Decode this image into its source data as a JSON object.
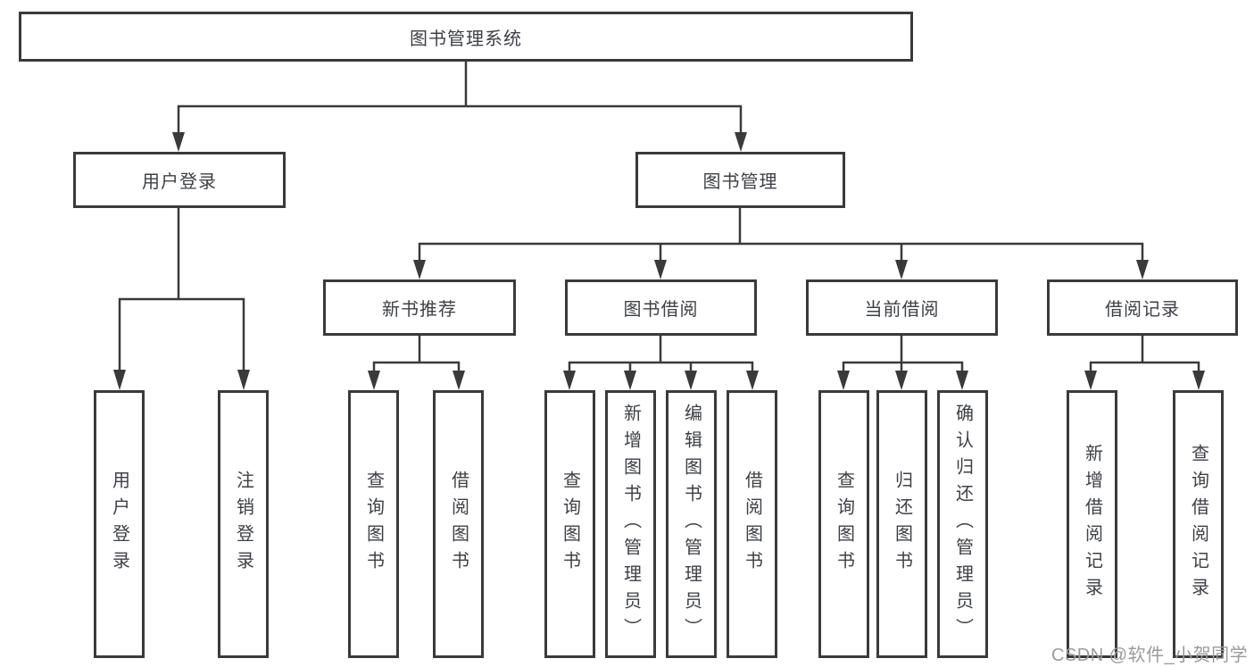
{
  "diagram": {
    "root": "图书管理系统",
    "level2": [
      "用户登录",
      "图书管理"
    ],
    "level3": [
      "新书推荐",
      "图书借阅",
      "当前借阅",
      "借阅记录"
    ],
    "leaves": [
      "用户登录",
      "注销登录",
      "查询图书",
      "借阅图书",
      "查询图书",
      "新增图书（管理员）",
      "编辑图书（管理员）",
      "借阅图书",
      "查询图书",
      "归还图书",
      "确认归还（管理员）",
      "新增借阅记录",
      "查询借阅记录"
    ]
  },
  "watermark": "CSDN @软件_小贺同学",
  "colors": {
    "line": "#3a3a3a",
    "box_border": "#3a3a3a",
    "box_fill": "#ffffff",
    "text": "#3d4046",
    "watermark": "#9b9b9b",
    "background": "#ffffff"
  }
}
